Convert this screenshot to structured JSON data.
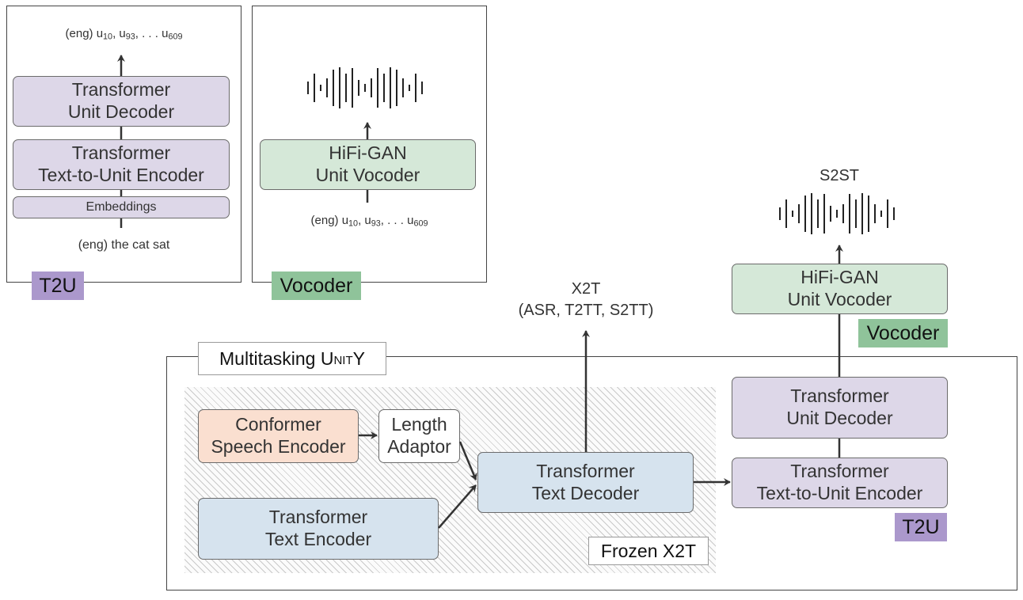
{
  "t2u_panel": {
    "output": {
      "prefix": "(eng) u",
      "s1": "10",
      "sep1": ", u",
      "s2": "93",
      "sep2": ", . . . u",
      "s3": "609"
    },
    "decoder": {
      "line1": "Transformer",
      "line2": "Unit Decoder"
    },
    "encoder": {
      "line1": "Transformer",
      "line2": "Text-to-Unit Encoder"
    },
    "embeddings": "Embeddings",
    "input": "(eng) the cat sat",
    "tag": "T2U"
  },
  "vocoder_panel": {
    "vocoder": {
      "line1": "HiFi-GAN",
      "line2": "Unit Vocoder"
    },
    "input": {
      "prefix": "(eng) u",
      "s1": "10",
      "sep1": ", u",
      "s2": "93",
      "sep2": ", . . . u",
      "s3": "609"
    },
    "tag": "Vocoder",
    "waveform_icon": "waveform-icon"
  },
  "main": {
    "title": {
      "prefix": "Multitasking U",
      "smallcaps": "nit",
      "suffix": "Y"
    },
    "speech_encoder": {
      "line1": "Conformer",
      "line2": "Speech Encoder"
    },
    "length_adaptor": {
      "line1": "Length",
      "line2": "Adaptor"
    },
    "text_encoder": {
      "line1": "Transformer",
      "line2": "Text Encoder"
    },
    "text_decoder": {
      "line1": "Transformer",
      "line2": "Text Decoder"
    },
    "frozen_label": "Frozen X2T",
    "x2t_output": {
      "line1": "X2T",
      "line2": "(ASR, T2TT, S2TT)"
    },
    "t2u_encoder": {
      "line1": "Transformer",
      "line2": "Text-to-Unit Encoder"
    },
    "unit_decoder": {
      "line1": "Transformer",
      "line2": "Unit Decoder"
    },
    "t2u_tag": "T2U",
    "vocoder": {
      "line1": "HiFi-GAN",
      "line2": "Unit Vocoder"
    },
    "vocoder_tag": "Vocoder",
    "s2st_output": "S2ST"
  },
  "colors": {
    "purple_block": "#ddd7e8",
    "green_block": "#d5e8d8",
    "blue_block": "#d6e3ee",
    "peach_block": "#fadfd0",
    "t2u_tag": "#ab98cc",
    "vocoder_tag": "#8fc39a"
  }
}
